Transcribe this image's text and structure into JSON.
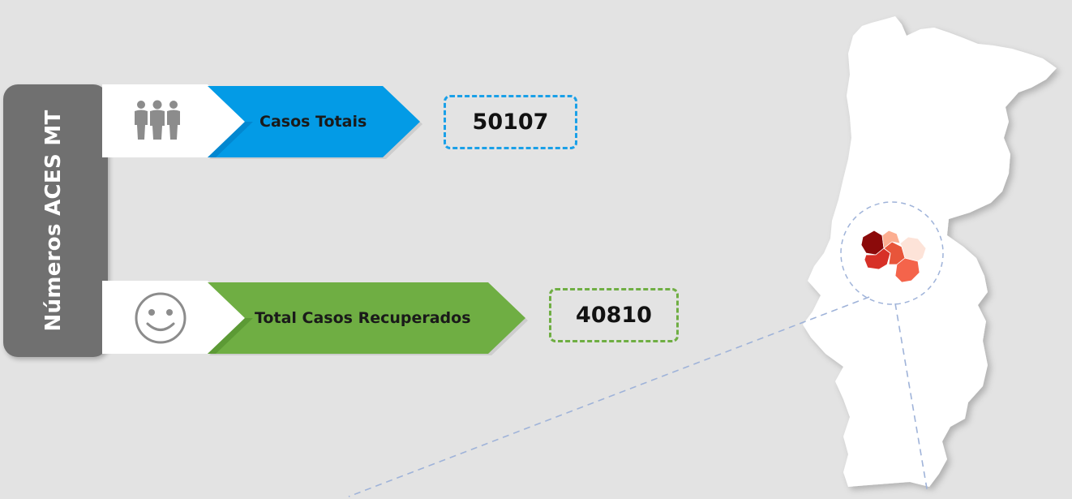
{
  "panel": {
    "title": "Números ACES MT"
  },
  "cards": [
    {
      "label": "Casos Totais",
      "value": "50107",
      "icon": "people-icon",
      "color": "#039be6",
      "border_color": "#1aa0e8"
    },
    {
      "label": "Total Casos Recuperados",
      "value": "40810",
      "icon": "smiley-icon",
      "color": "#6fae43",
      "border_color": "#6fae43"
    }
  ],
  "colors": {
    "background": "#e3e3e3",
    "panel": "#707070",
    "map_fill": "#ffffff",
    "zoom_line": "#9fb3d9",
    "region_shades": [
      "#8b0a0a",
      "#d73027",
      "#f4644b",
      "#fcae91",
      "#fde3d8"
    ]
  }
}
